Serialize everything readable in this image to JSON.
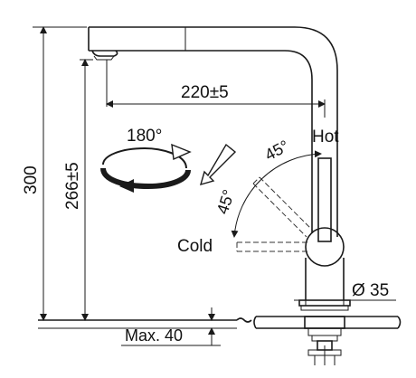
{
  "drawing": {
    "dimensions": {
      "total_height": "300",
      "spout_height": "266±5",
      "reach": "220±5",
      "base_diameter": "Ø 35",
      "max_thickness": "Max. 40"
    },
    "rotation": {
      "angle": "180°"
    },
    "lever": {
      "hot_label": "Hot",
      "cold_label": "Cold",
      "hot_angle": "45°",
      "cold_angle": "45°"
    }
  }
}
